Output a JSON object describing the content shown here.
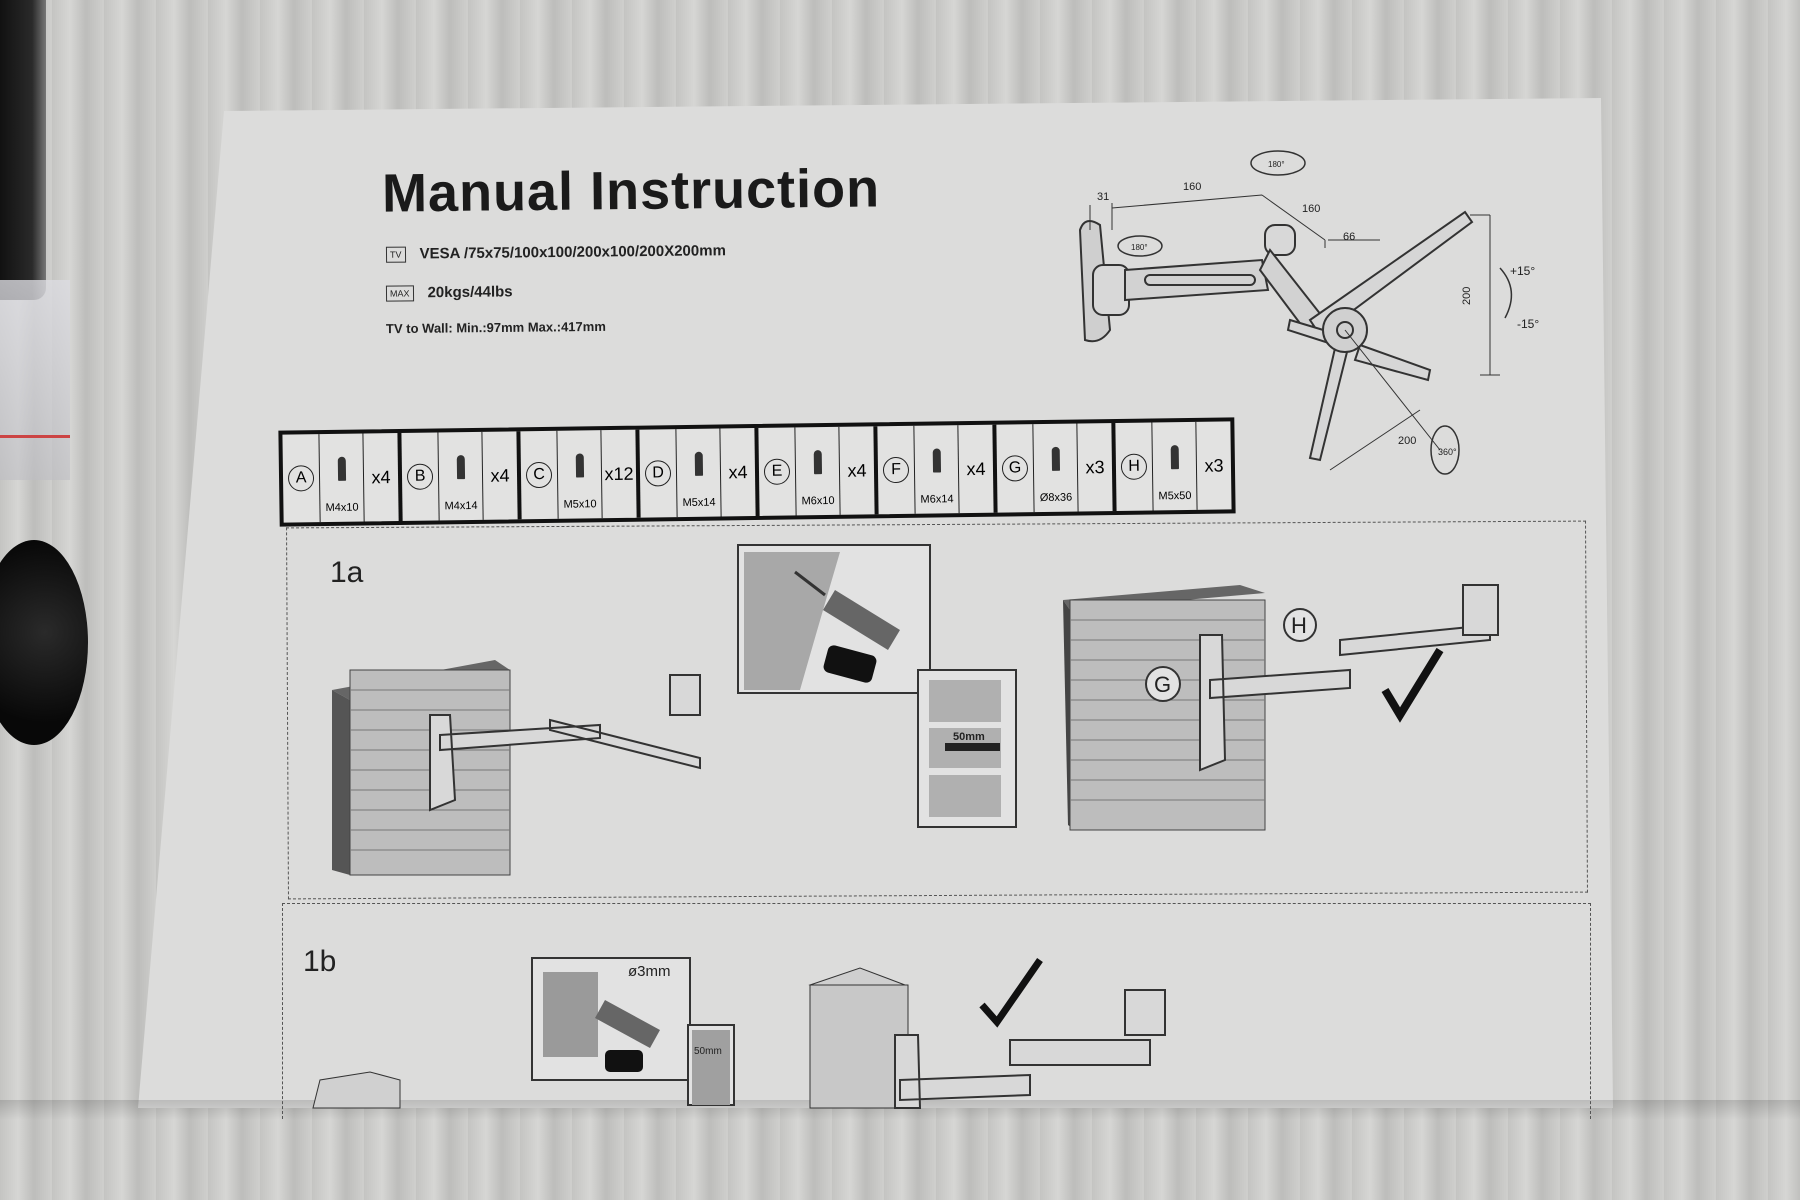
{
  "manual": {
    "title": "Manual Instruction",
    "specs": {
      "tv_icon": "TV",
      "vesa": "VESA /75x75/100x100/200x100/200X200mm",
      "max_icon": "MAX",
      "weight": "20kgs/44lbs",
      "tv_to_wall": "TV to Wall: Min.:97mm Max.:417mm"
    },
    "parts": [
      {
        "letter": "A",
        "size": "M4x10",
        "qty": "x4"
      },
      {
        "letter": "B",
        "size": "M4x14",
        "qty": "x4"
      },
      {
        "letter": "C",
        "size": "M5x10",
        "qty": "x12"
      },
      {
        "letter": "D",
        "size": "M5x14",
        "qty": "x4"
      },
      {
        "letter": "E",
        "size": "M6x10",
        "qty": "x4"
      },
      {
        "letter": "F",
        "size": "M6x14",
        "qty": "x4"
      },
      {
        "letter": "G",
        "size": "Ø8x36",
        "qty": "x3"
      },
      {
        "letter": "H",
        "size": "M5x50",
        "qty": "x3"
      }
    ],
    "diagram": {
      "dim_31": "31",
      "dim_160a": "160",
      "dim_160b": "160",
      "dim_66": "66",
      "dim_200v": "200",
      "dim_200h": "200",
      "rot_top": "180°",
      "rot_left": "180°",
      "tilt_up": "+15°",
      "tilt_down": "-15°",
      "rot_plate": "360°"
    },
    "steps": [
      {
        "label": "1a",
        "anchor_depth": "50mm",
        "callout_h": "H",
        "callout_g": "G"
      },
      {
        "label": "1b",
        "drill_size": "ø3mm",
        "screw_depth": "50mm"
      }
    ]
  }
}
